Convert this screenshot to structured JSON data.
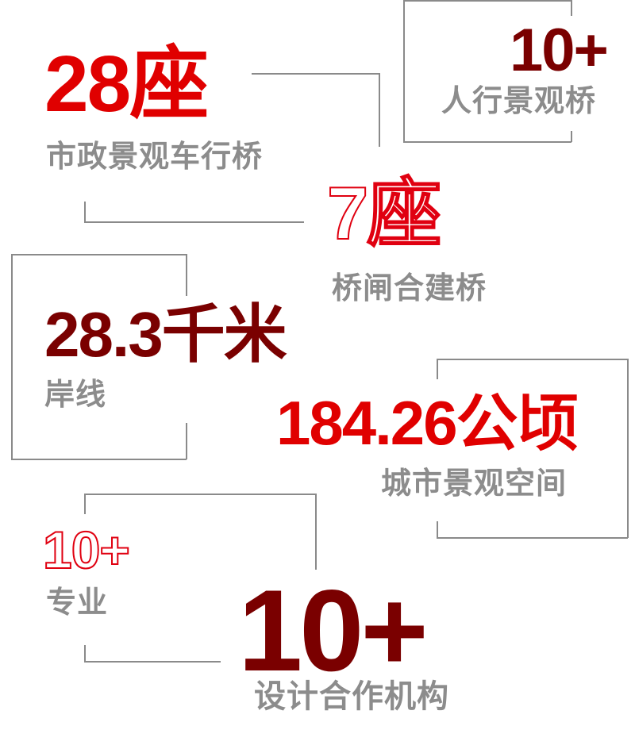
{
  "colors": {
    "bright_red": "#e00000",
    "dark_red": "#7a0000",
    "label_gray": "#8c8c8c",
    "line_gray": "#8a8a8a",
    "background": "#ffffff"
  },
  "stats": [
    {
      "id": "municipal-bridges",
      "value": "28座",
      "label": "市政景观车行桥",
      "style": "solid-bright-red"
    },
    {
      "id": "pedestrian-bridges",
      "value": "10+",
      "label": "人行景观桥",
      "style": "solid-dark-red"
    },
    {
      "id": "sluice-bridges",
      "value": "7座",
      "label": "桥闸合建桥",
      "style": "outline-red"
    },
    {
      "id": "shoreline",
      "value": "28.3千米",
      "label": "岸线",
      "style": "solid-dark-red"
    },
    {
      "id": "landscape-space",
      "value": "184.26公顷",
      "label": "城市景观空间",
      "style": "solid-bright-red"
    },
    {
      "id": "disciplines",
      "value": "10+",
      "label": "专业",
      "style": "outline-red"
    },
    {
      "id": "partner-institutions",
      "value": "10+",
      "label": "设计合作机构",
      "style": "solid-dark-red"
    }
  ]
}
